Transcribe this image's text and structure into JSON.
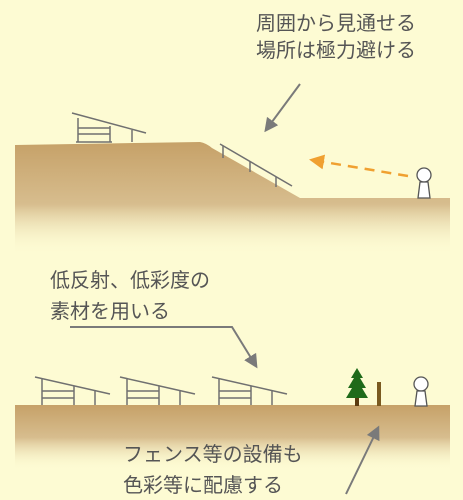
{
  "annotations": {
    "top": [
      "周囲から見通せる",
      "場所は極力避ける"
    ],
    "middle": [
      "低反射、低彩度の",
      "素材を用いる"
    ],
    "bottom": [
      "フェンス等の設備も",
      "色彩等に配慮する"
    ]
  },
  "colors": {
    "background": "#fdfbd3",
    "ground": "#c6a168",
    "line": "#7a7a7a",
    "arrow_dashed": "#f0a030",
    "tree": "#1f6a1a",
    "post": "#7a5a20"
  }
}
